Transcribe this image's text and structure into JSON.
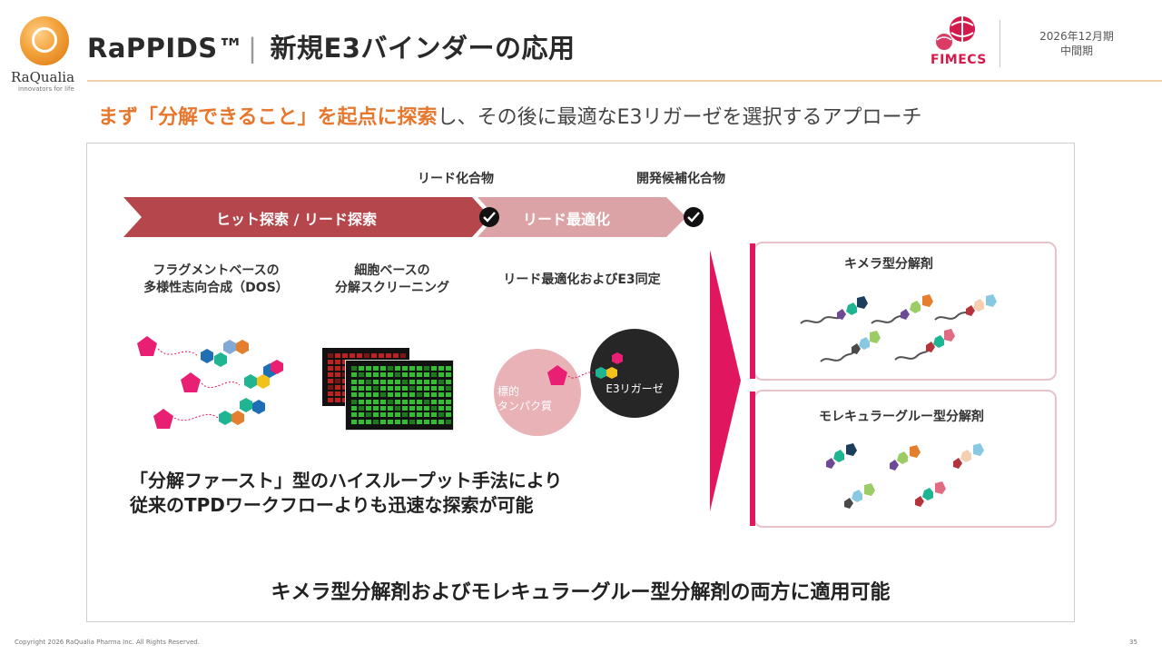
{
  "header": {
    "logo_name": "RaQualia",
    "logo_tagline": "innovators for life",
    "title_main": "RaPPIDS™",
    "title_separator": "|",
    "title_sub": "新規E3バインダーの応用",
    "partner_logo": "FIMECS",
    "date_line1": "2026年12月期",
    "date_line2": "中間期"
  },
  "subtitle": {
    "highlight": "まず「分解できること」を起点に探索",
    "rest": "し、その後に最適なE3リガーゼを選択するアプローチ"
  },
  "pipeline": {
    "milestone_1": "リード化合物",
    "milestone_2": "開発候補化合物",
    "stage_1": "ヒット探索 / リード探索",
    "stage_2": "リード最適化"
  },
  "methods": {
    "dos_line1": "フラグメントベースの",
    "dos_line2": "多様性志向合成（DOS）",
    "cell_line1": "細胞ベースの",
    "cell_line2": "分解スクリーニング",
    "lead_opt": "リード最適化およびE3同定"
  },
  "diagram": {
    "target_line1": "標的",
    "target_line2": "タンパク質",
    "e3_label": "E3リガーゼ"
  },
  "body": {
    "line1": "「分解ファースト」型のハイスループット手法により",
    "line2": "従来のTPDワークフローよりも迅速な探索が可能"
  },
  "outcomes": {
    "card1_title": "キメラ型分解剤",
    "card2_title": "モレキュラーグルー型分解剤"
  },
  "conclusion": "キメラ型分解剤およびモレキュラーグルー型分解剤の両方に適用可能",
  "footer": {
    "copyright": "Copyright 2026 RaQualia Pharma Inc. All Rights Reserved.",
    "page_number": "35"
  },
  "colors": {
    "accent_orange": "#e8772e",
    "stage1_chevron": "#b5464b",
    "stage2_chevron": "#dca3a6",
    "magenta": "#e0175f"
  },
  "icons": [
    "raqualia-logo",
    "fimecs-logo",
    "check-icon",
    "big-arrow-right"
  ]
}
